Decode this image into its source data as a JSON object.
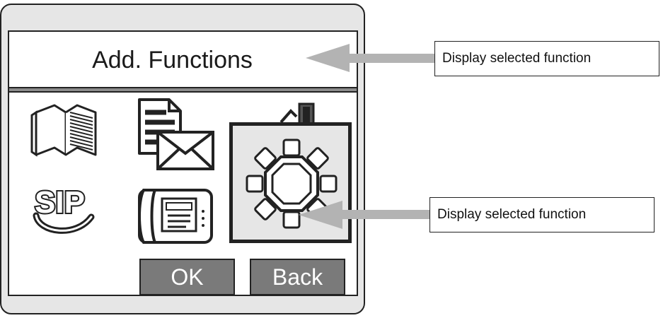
{
  "screen": {
    "title": "Add. Functions",
    "icons": [
      {
        "name": "phonebook-icon"
      },
      {
        "name": "messages-icon"
      },
      {
        "name": "settings-icon",
        "selected": true
      },
      {
        "name": "sip-icon",
        "text": "SIP"
      },
      {
        "name": "desk-phone-icon"
      }
    ],
    "softkeys": {
      "ok": "OK",
      "back": "Back"
    }
  },
  "callouts": [
    {
      "text": "Display selected function"
    },
    {
      "text": "Display selected function"
    }
  ],
  "colors": {
    "housing": "#e6e6e6",
    "softkey": "#7a7a7a",
    "arrow": "#b3b3b3",
    "divider": "#8c8c8c"
  }
}
